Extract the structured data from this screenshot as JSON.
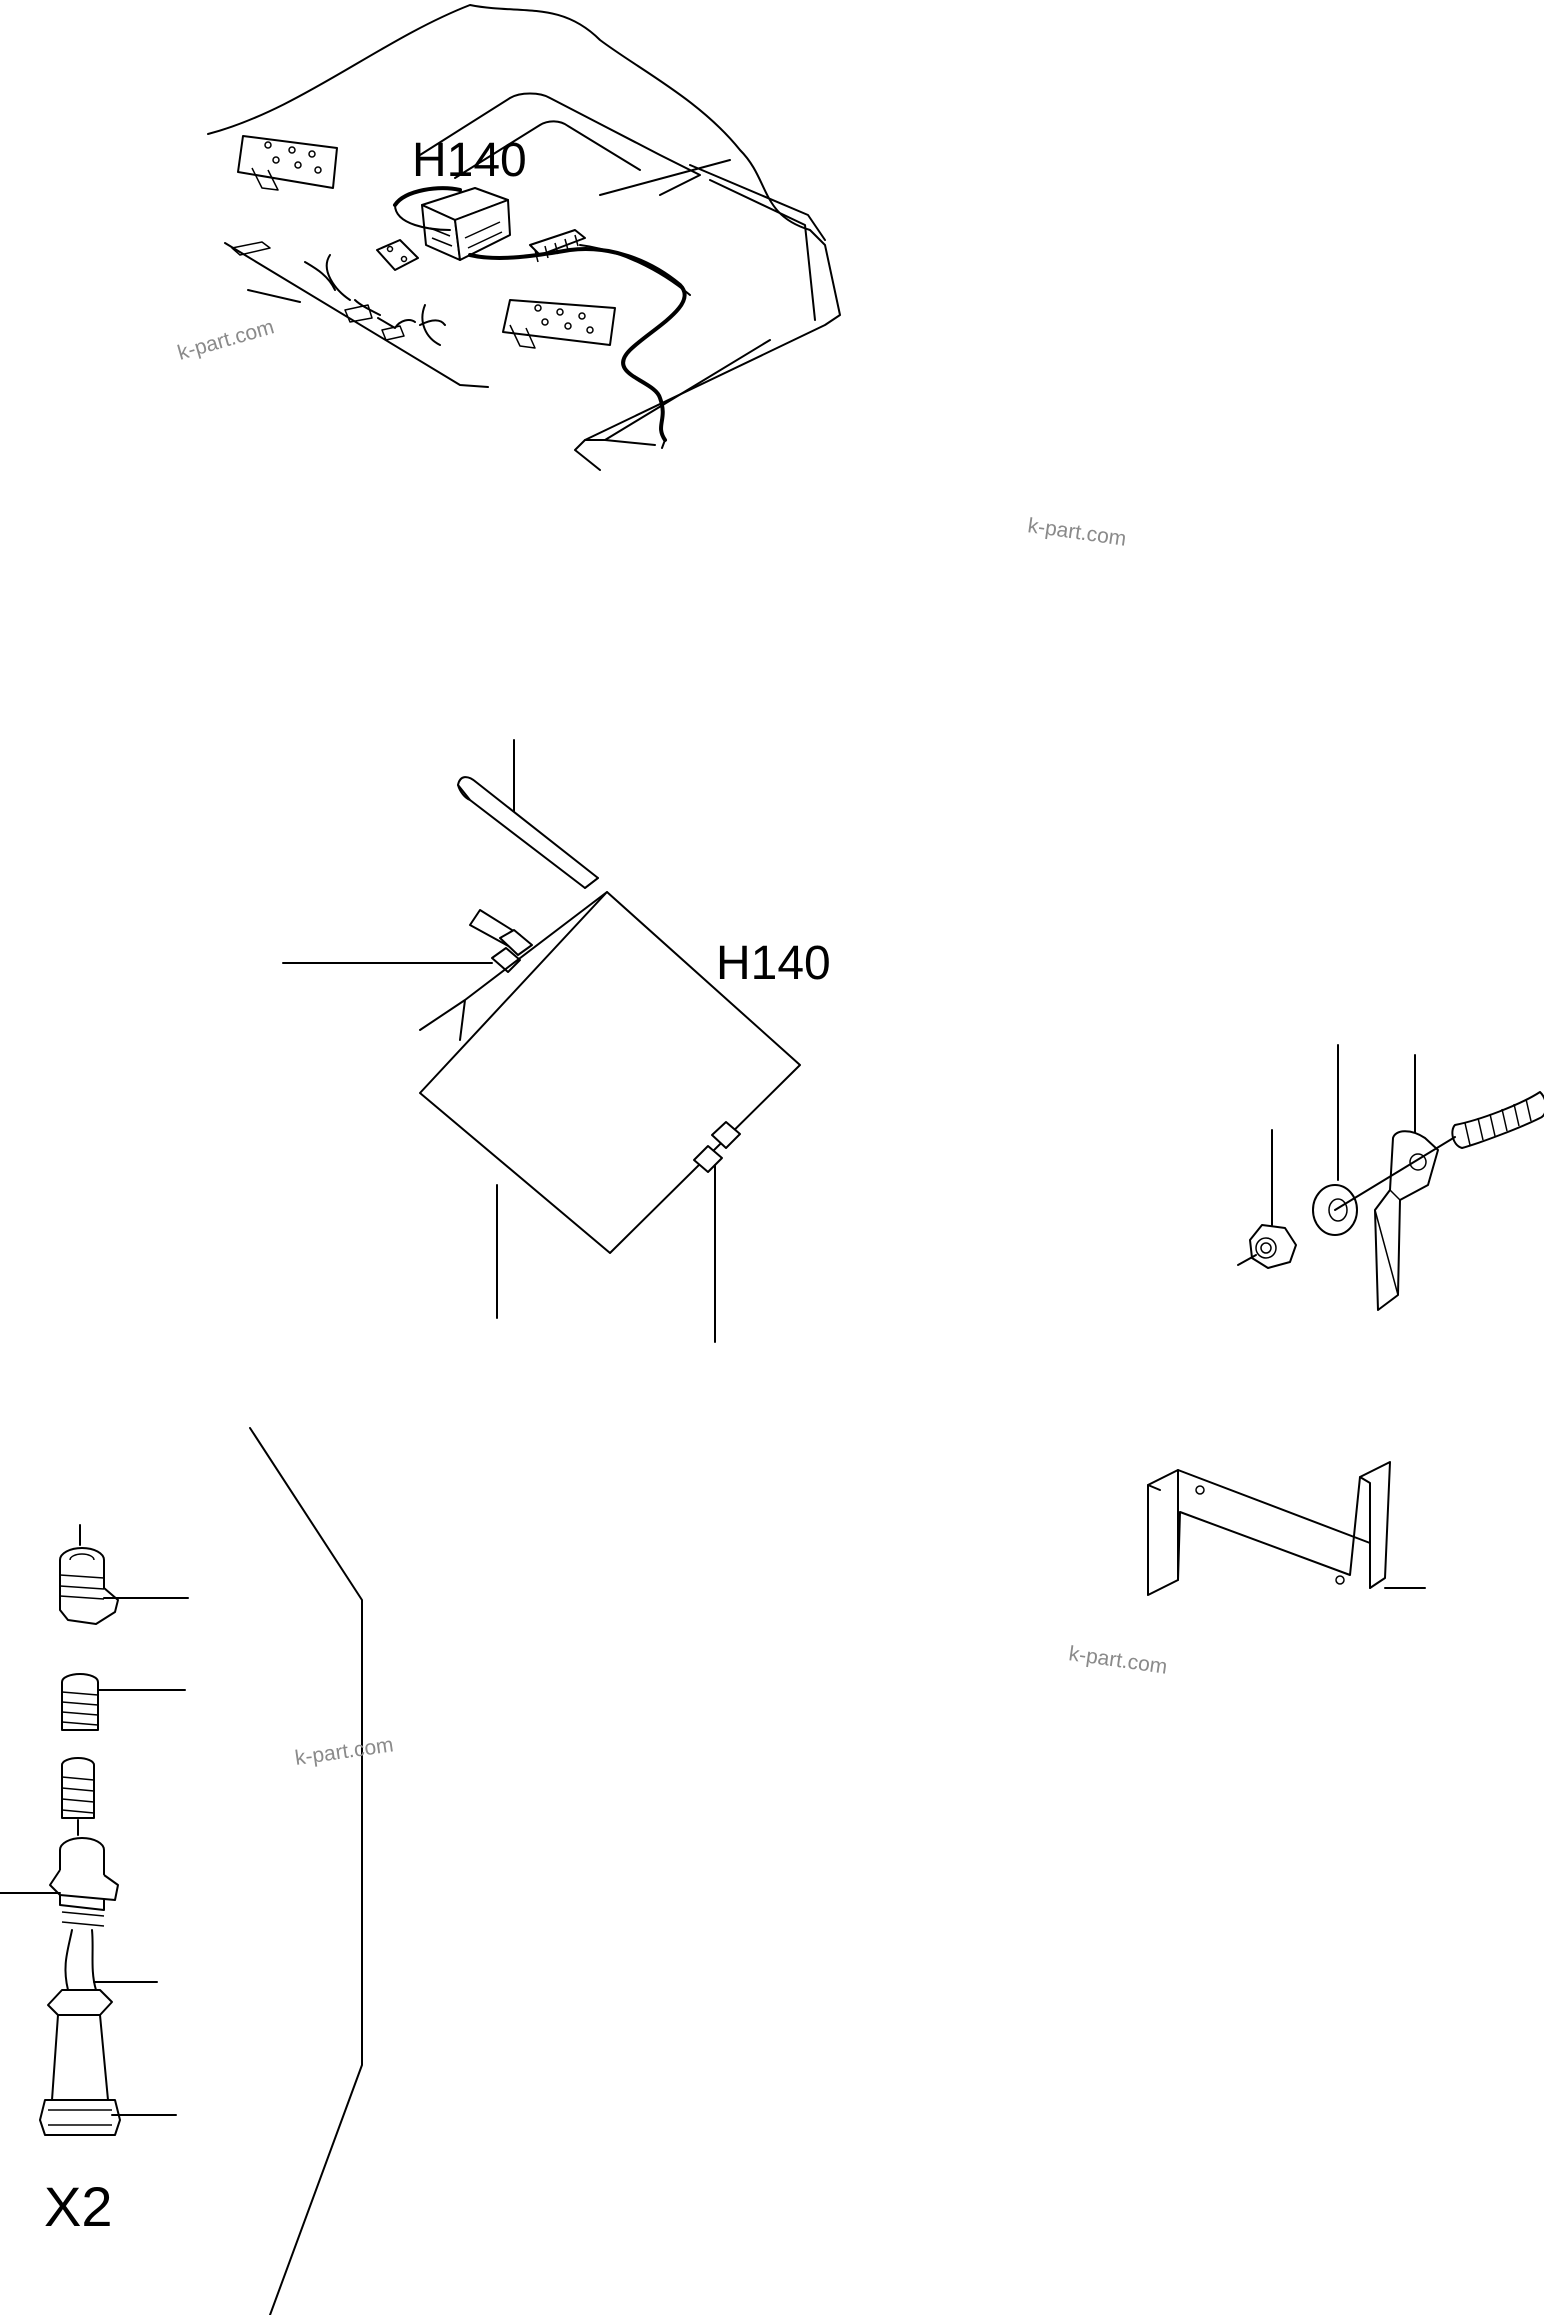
{
  "labels": {
    "h140_top": "H140",
    "h140_mid": "H140",
    "x2": "X2"
  },
  "watermarks": [
    "k-part.com",
    "k-part.com",
    "k-part.com",
    "k-part.com"
  ],
  "colors": {
    "line": "#000000",
    "background": "#ffffff",
    "watermark": "#8a8a8a"
  }
}
